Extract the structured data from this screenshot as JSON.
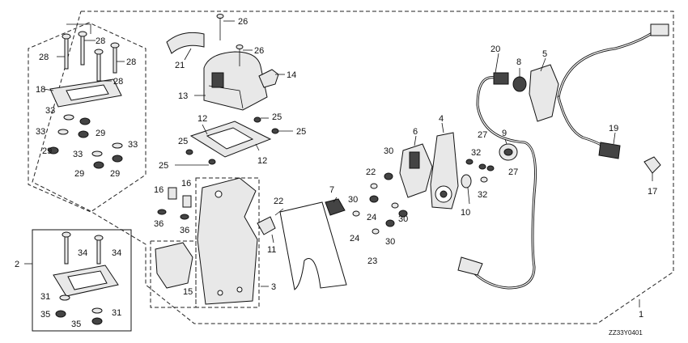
{
  "diagram": {
    "drawing_code": "ZZ33Y0401",
    "callouts": {
      "c1": "1",
      "c2": "2",
      "c3": "3",
      "c4": "4",
      "c5": "5",
      "c6": "6",
      "c7": "7",
      "c8": "8",
      "c9": "9",
      "c10": "10",
      "c11": "11",
      "c12a": "12",
      "c12b": "12",
      "c13": "13",
      "c14": "14",
      "c15": "15",
      "c16a": "16",
      "c16b": "16",
      "c17": "17",
      "c18": "18",
      "c19": "19",
      "c20": "20",
      "c21": "21",
      "c22a": "22",
      "c22b": "22",
      "c23": "23",
      "c24a": "24",
      "c24b": "24",
      "c25a": "25",
      "c25b": "25",
      "c25c": "25",
      "c25d": "25",
      "c26a": "26",
      "c26b": "26",
      "c27a": "27",
      "c27b": "27",
      "c28a": "28",
      "c28b": "28",
      "c28c": "28",
      "c28d": "28",
      "c29a": "29",
      "c29b": "29",
      "c29c": "29",
      "c29d": "29",
      "c30a": "30",
      "c30b": "30",
      "c30c": "30",
      "c30d": "30",
      "c31a": "31",
      "c31b": "31",
      "c32a": "32",
      "c32b": "32",
      "c33a": "33",
      "c33b": "33",
      "c33c": "33",
      "c33d": "33",
      "c34a": "34",
      "c34b": "34",
      "c35a": "35",
      "c35b": "35",
      "c36a": "36",
      "c36b": "36"
    }
  }
}
